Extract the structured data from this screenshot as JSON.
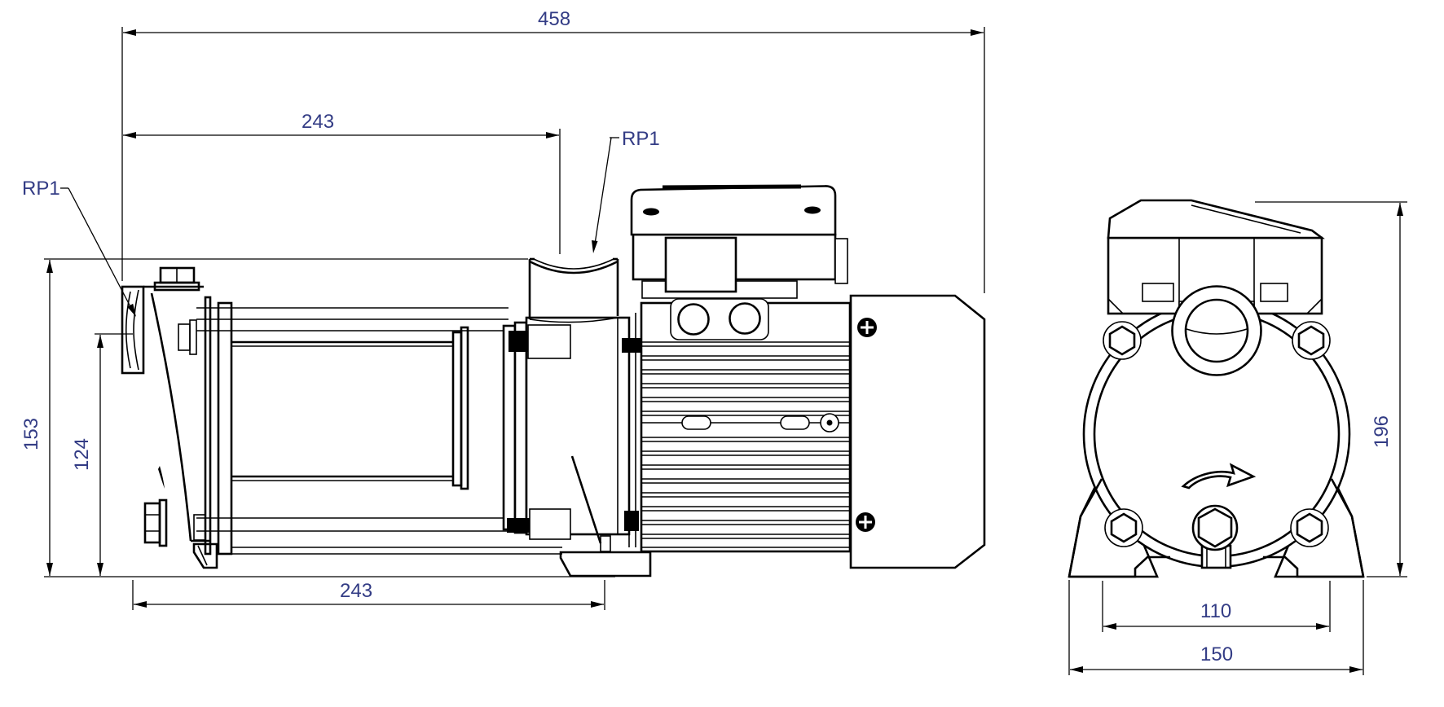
{
  "title": "Multistage horizontal pump dimensional drawing",
  "colors": {
    "line": "#000000",
    "dimension_text": "#333c85",
    "background": "#ffffff"
  },
  "side_view": {
    "dimensions": {
      "overall_length": "458",
      "flange_to_discharge_port": "243",
      "base_length": "243",
      "height_discharge_port_top": "153",
      "height_suction_axis": "124"
    },
    "labels": {
      "suction_port": "RP1",
      "discharge_port": "RP1"
    }
  },
  "front_view": {
    "dimensions": {
      "overall_height": "196",
      "foot_slot_spacing": "110",
      "base_width": "150"
    }
  }
}
